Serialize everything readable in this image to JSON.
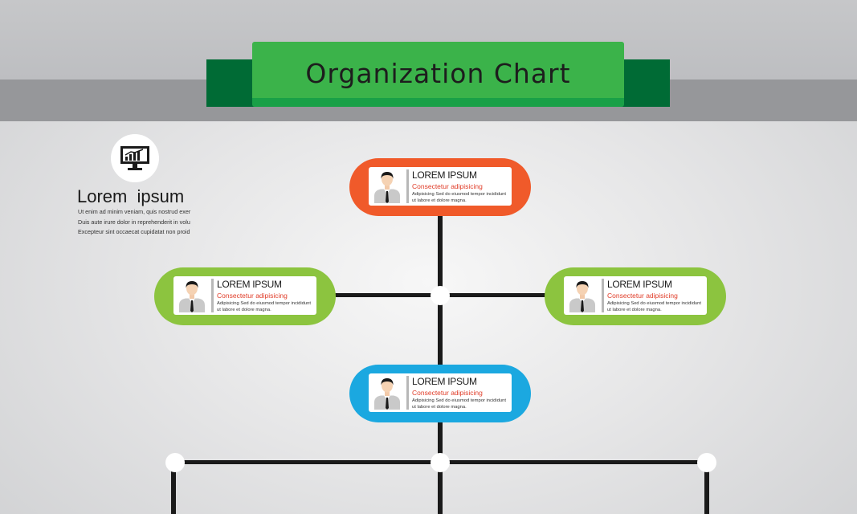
{
  "header": {
    "title": "Organization Chart"
  },
  "side_info": {
    "icon": "monitor-chart-icon",
    "title": "Lorem  ipsum",
    "lines": [
      "Ut enim ad minim veniam, quis nostrud exer",
      "Duis aute irure dolor in reprehenderit in volu",
      "Excepteur sint occaecat  cupidatat non proid"
    ]
  },
  "nodes": [
    {
      "id": "top",
      "color": "#f05a2a",
      "name": "LOREM IPSUM",
      "subtitle": "Consectetur adipisicing",
      "desc": "Adipisicing Sed do eiusmod tempor incididunt ut labore et dolore magna."
    },
    {
      "id": "left",
      "color": "#8cc43f",
      "name": "LOREM IPSUM",
      "subtitle": "Consectetur adipisicing",
      "desc": "Adipisicing Sed do eiusmod tempor incididunt ut labore et dolore magna."
    },
    {
      "id": "right",
      "color": "#8cc43f",
      "name": "LOREM IPSUM",
      "subtitle": "Consectetur adipisicing",
      "desc": "Adipisicing Sed do eiusmod tempor incididunt ut labore et dolore magna."
    },
    {
      "id": "bottom",
      "color": "#1ba8e0",
      "name": "LOREM IPSUM",
      "subtitle": "Consectetur adipisicing",
      "desc": "Adipisicing Sed do eiusmod tempor incididunt ut labore et dolore magna."
    }
  ],
  "colors": {
    "ribbon": "#3bb34a",
    "ribbon_dark": "#006b35",
    "connector": "#1a1a1a"
  }
}
